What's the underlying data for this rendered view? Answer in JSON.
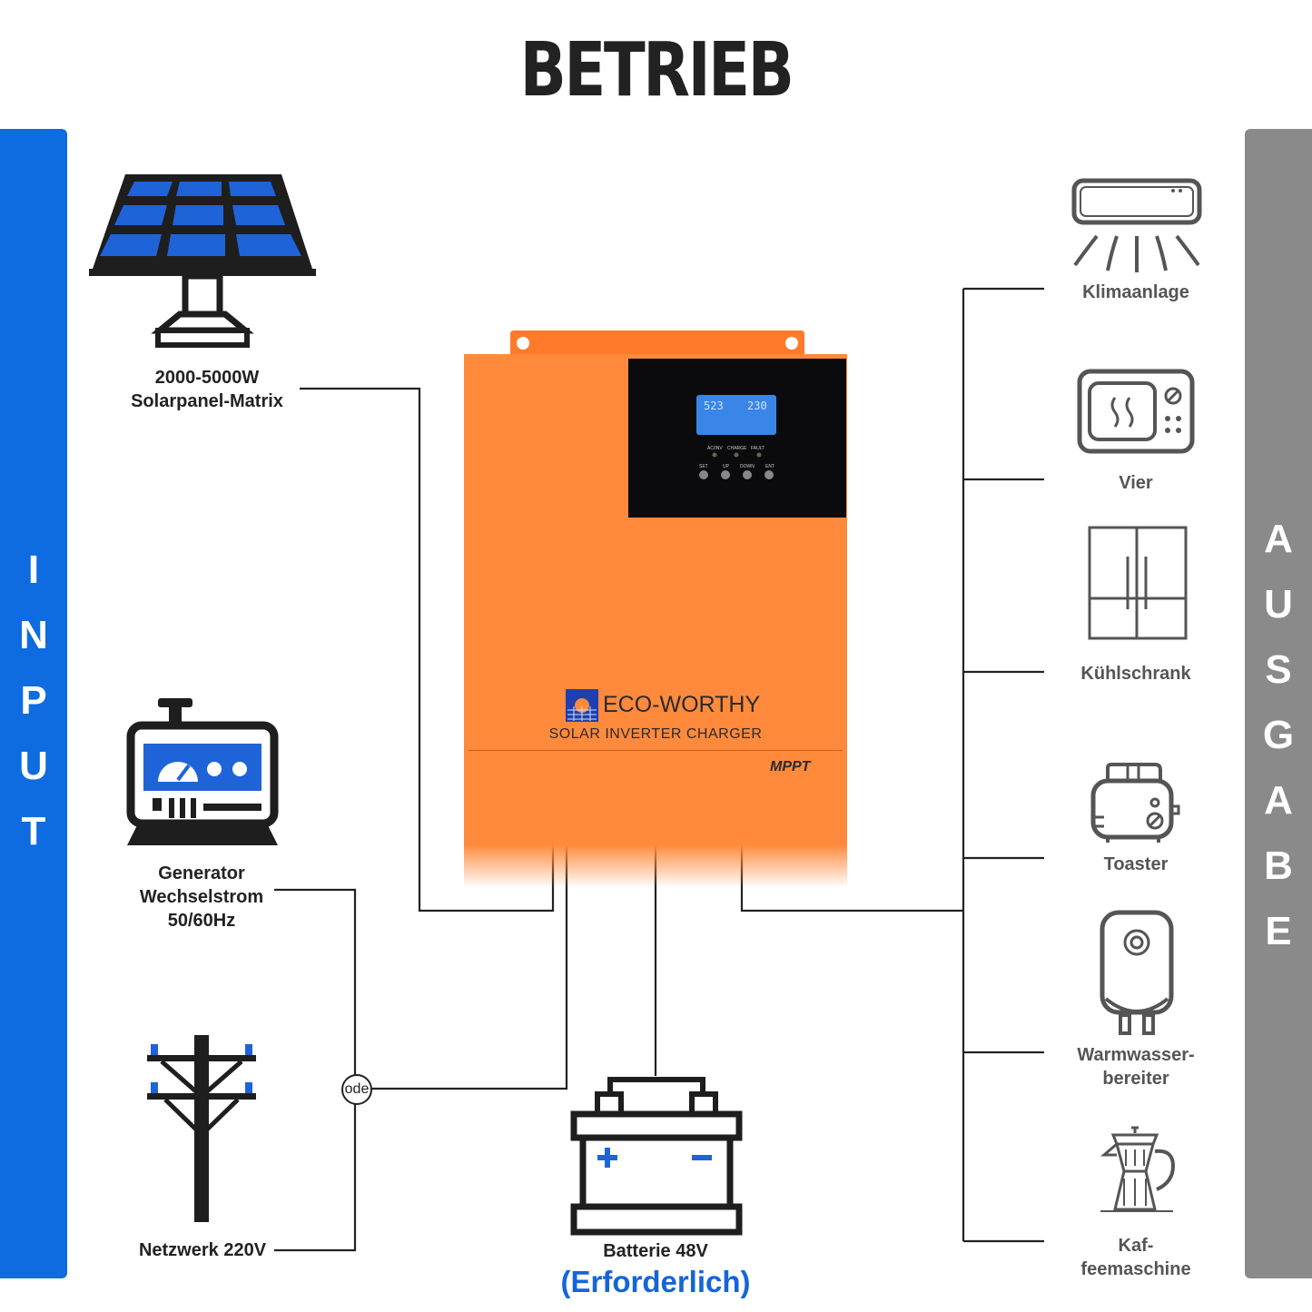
{
  "title": "BETRIEB",
  "input_banner": {
    "letters": [
      "I",
      "N",
      "P",
      "U",
      "T"
    ],
    "color": "#0f6be0"
  },
  "output_banner": {
    "letters": [
      "A",
      "U",
      "S",
      "G",
      "A",
      "B",
      "E"
    ],
    "color": "#8a8a8a"
  },
  "inputs": {
    "solar": {
      "line1": "2000-5000W",
      "line2": "Solarpanel-Matrix",
      "icon": "solar-panel-icon"
    },
    "generator": {
      "line1": "Generator",
      "line2": "Wechselstrom",
      "line3": "50/60Hz",
      "icon": "generator-icon"
    },
    "grid": {
      "label": "Netzwerk 220V",
      "icon": "power-pole-icon"
    },
    "junction": "ode"
  },
  "inverter": {
    "brand": "ECO-WORTHY",
    "subtitle": "SOLAR INVERTER CHARGER",
    "mppt": "MPPT",
    "display": {
      "left": "523",
      "right": "230"
    },
    "indicators": [
      "AC/INV",
      "CHARGE",
      "FAULT"
    ],
    "buttons": [
      "SET",
      "UP",
      "DOWN",
      "ENT"
    ],
    "body_color": "#ff8a3c"
  },
  "battery": {
    "label": "Batterie 48V",
    "note": "(Erforderlich)",
    "icon": "battery-icon",
    "note_color": "#1565d8"
  },
  "outputs": [
    {
      "label": "Klimaanlage",
      "icon": "air-conditioner-icon"
    },
    {
      "label": "Vier",
      "icon": "microwave-icon"
    },
    {
      "label": "Kühlschrank",
      "icon": "refrigerator-icon"
    },
    {
      "label": "Toaster",
      "icon": "toaster-icon"
    },
    {
      "label": "Warmwasser-",
      "label2": "bereiter",
      "icon": "water-heater-icon"
    },
    {
      "label": "Kaf-",
      "label2": "feemaschine",
      "icon": "coffee-maker-icon"
    }
  ]
}
